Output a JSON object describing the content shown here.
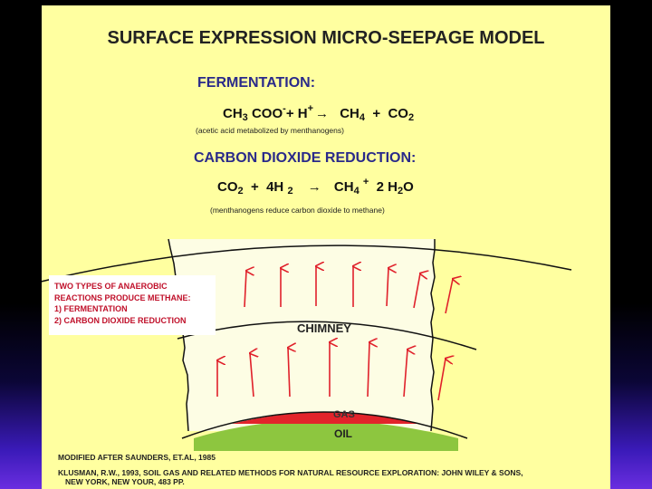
{
  "title": "SURFACE EXPRESSION MICRO-SEEPAGE MODEL",
  "fermentation": {
    "heading": "FERMENTATION:",
    "eq": {
      "l1": "CH",
      "s1": "3",
      "l2": "COO",
      "sup1": "-",
      "l3": "+ H",
      "sup2": "+",
      "arrow": "→",
      "l4": "CH",
      "s2": "4",
      "l5": "+",
      "l6": "CO",
      "s3": "2"
    },
    "note": "(acetic acid metabolized by menthanogens)"
  },
  "co2_reduction": {
    "heading": "CARBON DIOXIDE REDUCTION:",
    "eq": {
      "l1": "CO",
      "s1": "2",
      "l2": "+",
      "l3": "4H",
      "s2": "2",
      "arrow": "→",
      "l4": "CH",
      "s3": "4",
      "sup1": "+",
      "l5": "2 H",
      "s4": "2",
      "l6": "O"
    },
    "note": "(menthanogens reduce carbon dioxide to methane)"
  },
  "callout": {
    "line1": "TWO TYPES OF ANAEROBIC",
    "line2": "REACTIONS PRODUCE METHANE:",
    "line3": "1)   FERMENTATION",
    "line4": "2)   CARBON DIOXIDE REDUCTION"
  },
  "labels": {
    "chimney": "CHIMNEY",
    "gas": "GAS",
    "oil": "OIL"
  },
  "references": {
    "line1": "MODIFIED AFTER SAUNDERS, ET.AL, 1985",
    "line2": "KLUSMAN, R.W., 1993, SOIL GAS AND RELATED METHODS FOR NATURAL RESOURCE EXPLORATION: JOHN WILEY & SONS,",
    "line3": "NEW YORK, NEW YOUR, 483 PP."
  },
  "colors": {
    "background": "#ffffa0",
    "chimney_fill": "#fdfde4",
    "gas": "#e2242b",
    "oil": "#8dc63f",
    "arrows": "#e0202a",
    "heading": "#2a2a8a",
    "callout_text": "#c0102a"
  }
}
